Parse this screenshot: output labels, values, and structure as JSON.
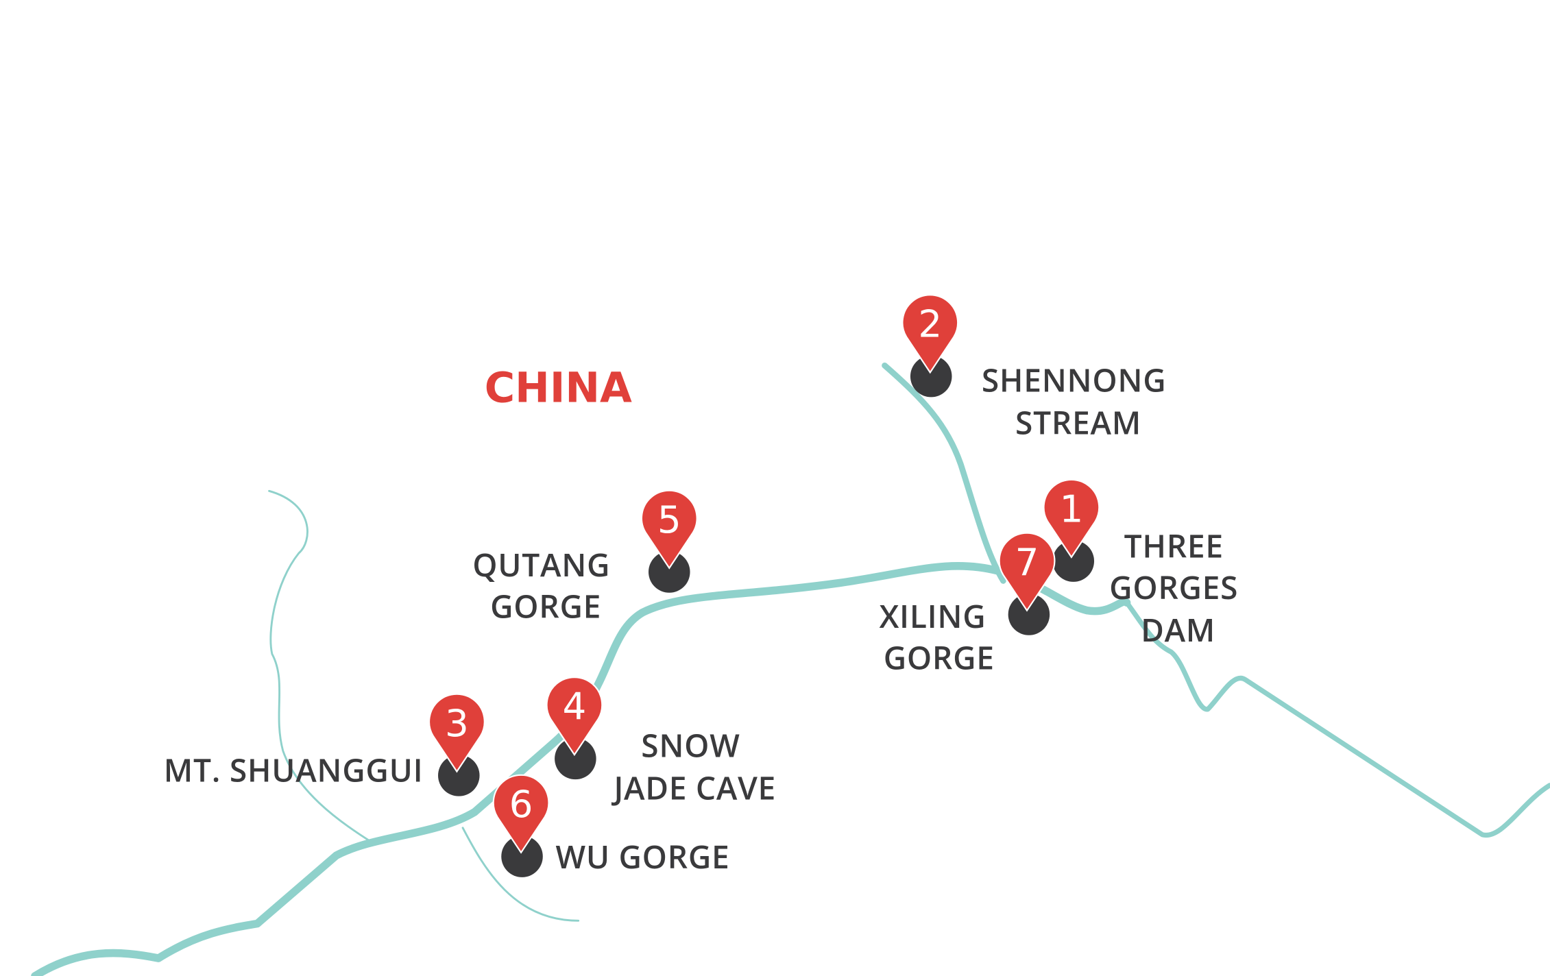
{
  "map": {
    "country_label": "CHINA",
    "colors": {
      "pin": "#e0403a",
      "dot": "#3a3a3c",
      "river": "#8fd1cb",
      "label": "#3a3a3c"
    },
    "pins": [
      {
        "number": "1",
        "label_lines": [
          "THREE",
          "GORGES",
          "DAM"
        ]
      },
      {
        "number": "2",
        "label_lines": [
          "SHENNONG",
          "STREAM"
        ]
      },
      {
        "number": "3",
        "label_lines": [
          "MT. SHUANGGUI"
        ]
      },
      {
        "number": "4",
        "label_lines": [
          "SNOW",
          "JADE CAVE"
        ]
      },
      {
        "number": "5",
        "label_lines": [
          "QUTANG",
          "GORGE"
        ]
      },
      {
        "number": "6",
        "label_lines": [
          "WU GORGE"
        ]
      },
      {
        "number": "7",
        "label_lines": [
          "XILING",
          "GORGE"
        ]
      }
    ]
  }
}
